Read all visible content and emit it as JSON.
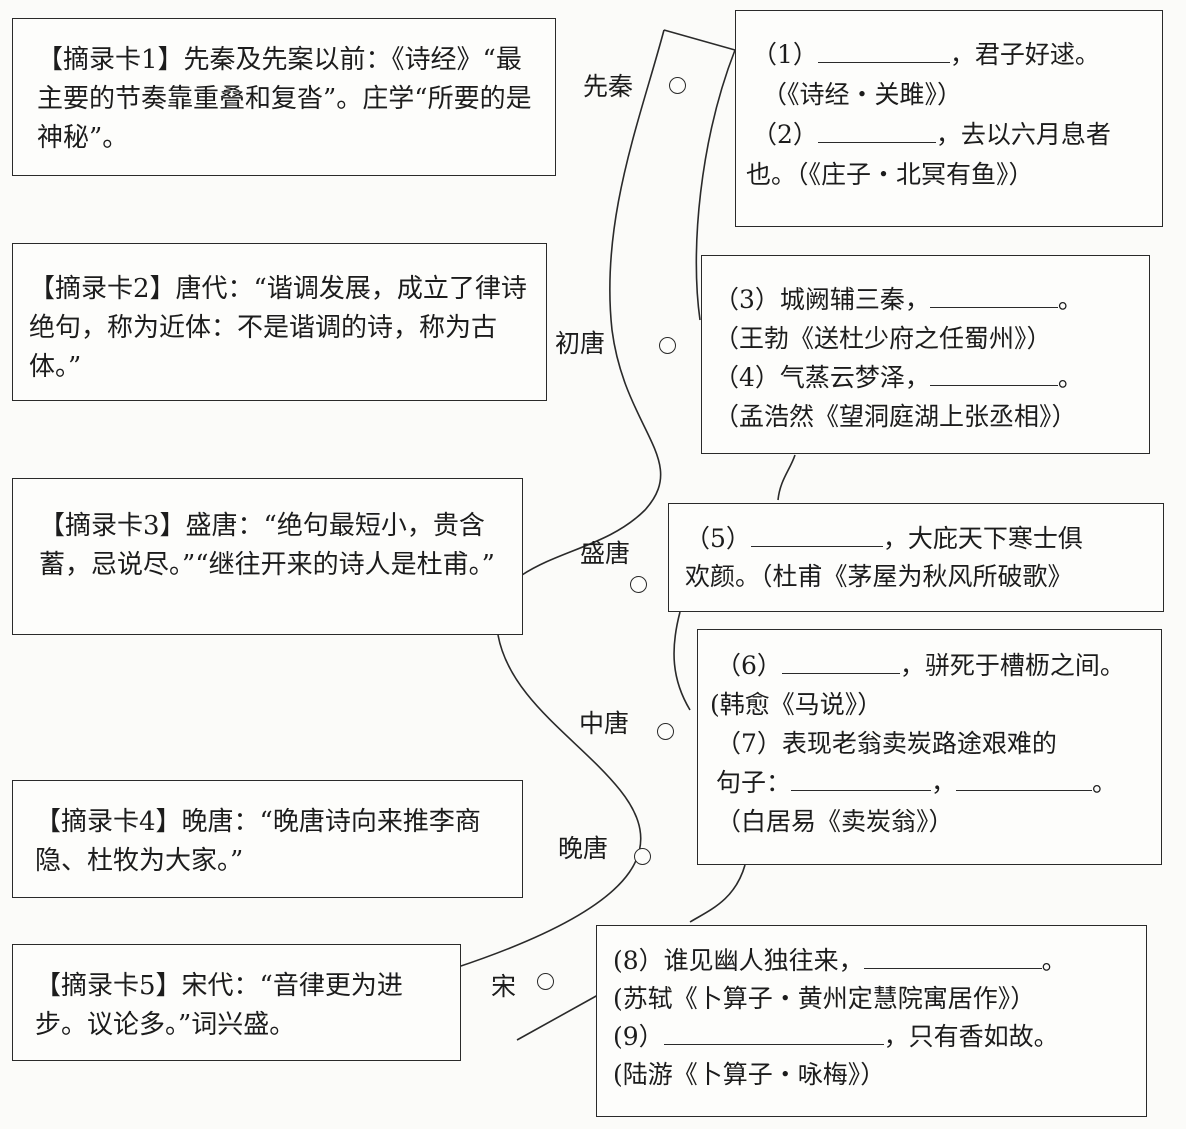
{
  "cards": [
    {
      "label": "【摘录卡1】",
      "text": "先秦及先案以前：《诗经》“最主要的节奏靠重叠和复沓”。庄学“所要的是神秘”。"
    },
    {
      "label": "【摘录卡2】",
      "text": "唐代：“谐调发展，成立了律诗绝句，称为近体：不是谐调的诗，称为古体。”"
    },
    {
      "label": "【摘录卡3】",
      "text": "盛唐：“绝句最短小，贵含蓄，忌说尽。”“继往开来的诗人是杜甫。”"
    },
    {
      "label": "【摘录卡4】",
      "text": "晚唐：“晚唐诗向来推李商隐、杜牧为大家。”"
    },
    {
      "label": "【摘录卡5】",
      "text": "宋代：“音律更为进步。议论多。”词兴盛。"
    }
  ],
  "eras": [
    "先秦",
    "初唐",
    "盛唐",
    "中唐",
    "晚唐",
    "宋"
  ],
  "questions": {
    "q1_num": "（1）",
    "q1_after": "，君子好逑。",
    "q1_src": "（《诗经・关雎》）",
    "q2_num": "（2）",
    "q2_after": "，去以六月息者",
    "q2_cont": "也。（《庄子・北冥有鱼》）",
    "q3_line": "（3）城阙辅三秦，",
    "q3_end": "。",
    "q3_src": "（王勃《送杜少府之任蜀州》）",
    "q4_line": "（4）气蒸云梦泽，",
    "q4_end": "。",
    "q4_src": "（孟浩然《望洞庭湖上张丞相》）",
    "q5_num": "（5）",
    "q5_after": "，大庇天下寒士俱",
    "q5_cont": "欢颜。（杜甫《茅屋为秋风所破歌》",
    "q6_num": "（6）",
    "q6_after": "，骈死于槽枥之间。",
    "q6_src": "(韩愈《马说》）",
    "q7_line": "（7）表现老翁卖炭路途艰难的",
    "q7_prefix": "句子：",
    "q7_mid": "，",
    "q7_end": "。",
    "q7_src": "（白居易《卖炭翁》）",
    "q8_line": "(8）谁见幽人独往来，",
    "q8_end": "。",
    "q8_src": "(苏轼《卜算子・黄州定慧院寓居作》）",
    "q9_num": "(9）",
    "q9_after": "，只有香如故。",
    "q9_src": "(陆游《卜算子・咏梅》）"
  }
}
